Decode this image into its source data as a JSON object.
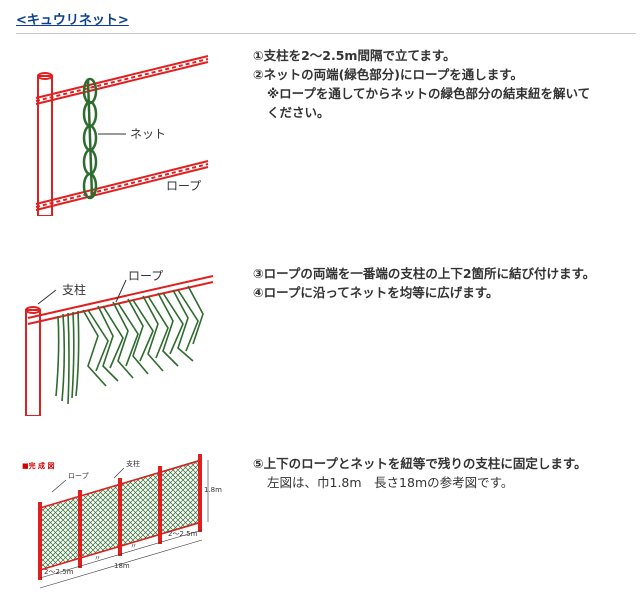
{
  "header": {
    "title": "<キュウリネット>"
  },
  "step1": {
    "lines": [
      "①支柱を2〜2.5m間隔で立てます。",
      "②ネットの両端(緑色部分)にロープを通します。",
      "※ロープを通してからネットの緑色部分の結束紐を解いて",
      "ください。"
    ],
    "figure": {
      "net_label": "ネット",
      "rope_label": "ロープ"
    }
  },
  "step2": {
    "lines": [
      "③ロープの両端を一番端の支柱の上下2箇所に結び付けます。",
      "④ロープに沿ってネットを均等に広げます。"
    ],
    "figure": {
      "post_label": "支柱",
      "rope_label": "ロープ"
    }
  },
  "step3": {
    "lines": [
      "⑤上下のロープとネットを紐等で残りの支柱に固定します。",
      "左図は、巾1.8m　長さ18mの参考図です。"
    ],
    "figure": {
      "complete_label": "■完 成 図",
      "rope_label": "ロープ",
      "post_label": "支柱",
      "height_label": "1.8m",
      "spacing_left": "2〜2.5m",
      "spacing_right": "2〜2.5m",
      "ditto_1": "〃",
      "ditto_2": "〃",
      "length_label": "18m"
    }
  },
  "colors": {
    "title": "#0b3f8f",
    "rope": "#e02020",
    "net": "#2e6b2e",
    "post": "#e02020"
  }
}
